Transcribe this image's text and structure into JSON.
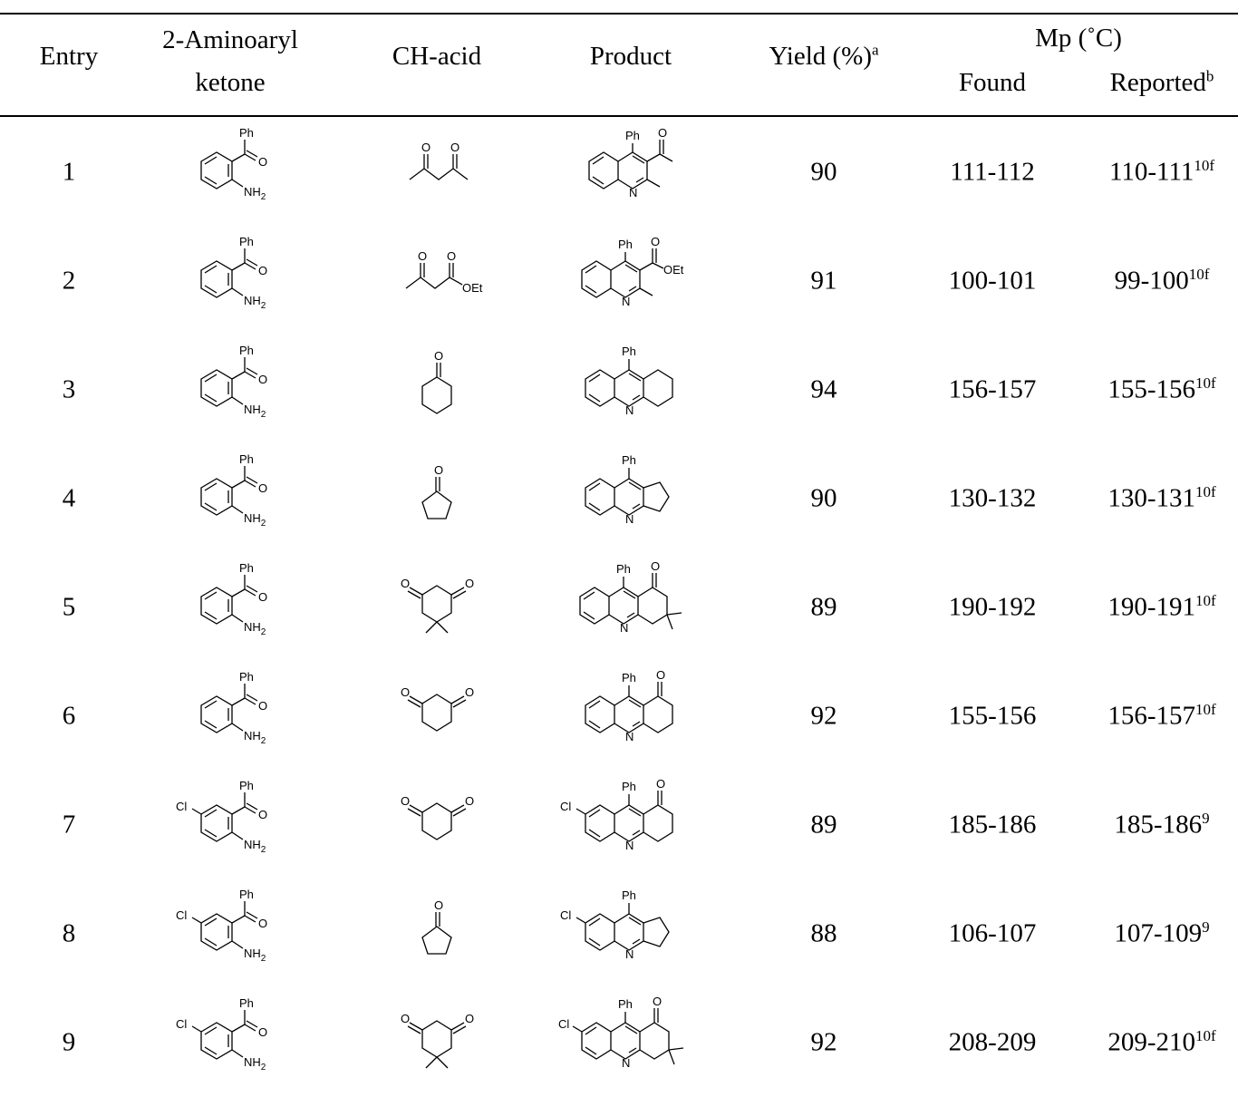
{
  "table": {
    "headers": {
      "entry": "Entry",
      "aminoaryl_line1": "2-Aminoaryl",
      "aminoaryl_line2": "ketone",
      "ch_acid": "CH-acid",
      "product": "Product",
      "yield": "Yield (%)",
      "yield_note": "a",
      "mp": "Mp (˚C)",
      "found": "Found",
      "reported": "Reported",
      "reported_note": "b"
    },
    "rows": [
      {
        "entry": "1",
        "ketone": "A",
        "acid": "acac",
        "product": "P1",
        "yield": "90",
        "found": "111-112",
        "reported": "110-111",
        "ref": "10f"
      },
      {
        "entry": "2",
        "ketone": "A",
        "acid": "etac",
        "product": "P2",
        "yield": "91",
        "found": "100-101",
        "reported": "99-100",
        "ref": "10f"
      },
      {
        "entry": "3",
        "ketone": "A",
        "acid": "hex",
        "product": "P3",
        "yield": "94",
        "found": "156-157",
        "reported": "155-156",
        "ref": "10f"
      },
      {
        "entry": "4",
        "ketone": "A",
        "acid": "pent",
        "product": "P4",
        "yield": "90",
        "found": "130-132",
        "reported": "130-131",
        "ref": "10f"
      },
      {
        "entry": "5",
        "ketone": "A",
        "acid": "dimedone",
        "product": "P5",
        "yield": "89",
        "found": "190-192",
        "reported": "190-191",
        "ref": "10f"
      },
      {
        "entry": "6",
        "ketone": "A",
        "acid": "chd",
        "product": "P6",
        "yield": "92",
        "found": "155-156",
        "reported": "156-157",
        "ref": "10f"
      },
      {
        "entry": "7",
        "ketone": "B",
        "acid": "chd",
        "product": "P7",
        "yield": "89",
        "found": "185-186",
        "reported": "185-186",
        "ref": "9"
      },
      {
        "entry": "8",
        "ketone": "B",
        "acid": "pent",
        "product": "P8",
        "yield": "88",
        "found": "106-107",
        "reported": "107-109",
        "ref": "9"
      },
      {
        "entry": "9",
        "ketone": "B",
        "acid": "dimedone",
        "product": "P9",
        "yield": "92",
        "found": "208-209",
        "reported": "209-210",
        "ref": "10f"
      }
    ]
  },
  "labels": {
    "ph": "Ph",
    "o": "O",
    "nh": "NH",
    "nh_sub": "2",
    "n": "N",
    "cl": "Cl",
    "oet": "OEt"
  }
}
